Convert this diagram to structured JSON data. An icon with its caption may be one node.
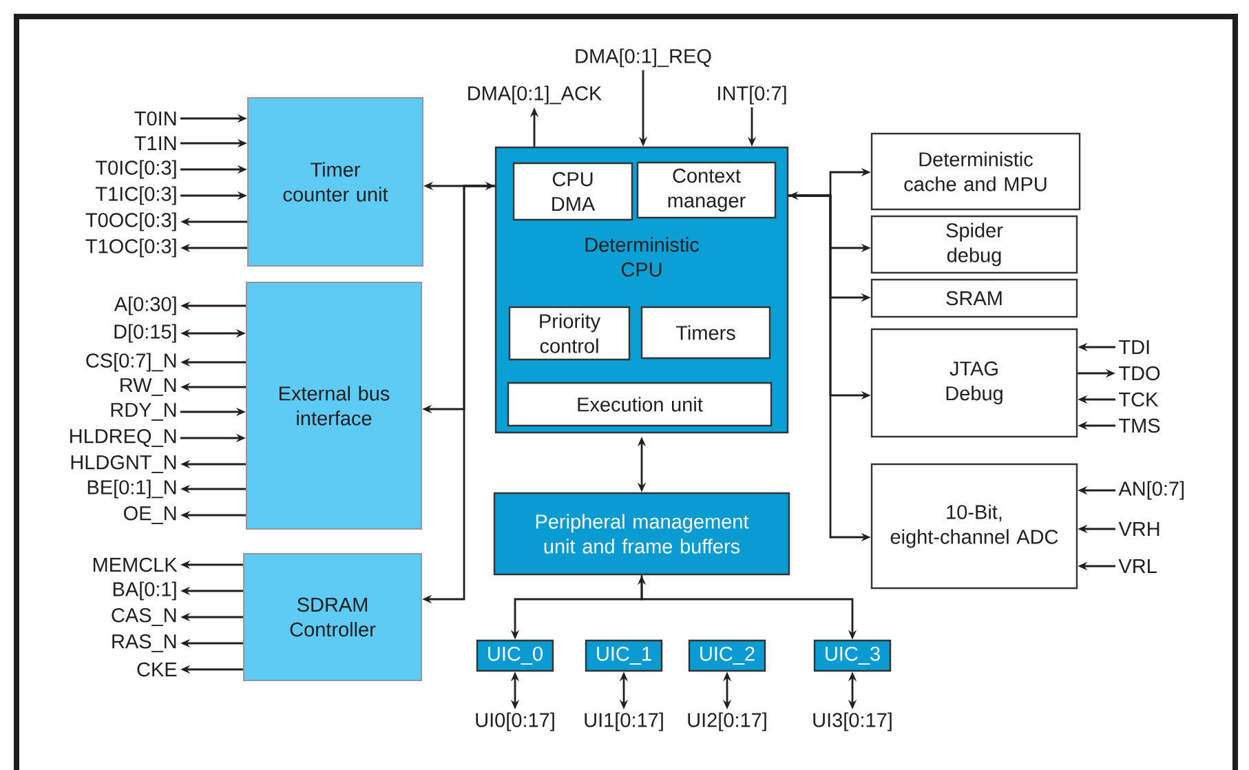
{
  "diagram": {
    "nodes": [
      {
        "text": [
          "Timer counter unit"
        ]
      },
      {
        "text": [
          "External bus interface"
        ]
      },
      {
        "text": [
          "SDRAM Controller"
        ]
      },
      {
        "text": [
          "Deterministic CPU"
        ]
      },
      {
        "text": [
          "CPU DMA"
        ],
        "in": 3
      },
      {
        "text": [
          "Context manager"
        ],
        "in": 3
      },
      {
        "text": [
          "Priority control"
        ],
        "in": 3
      },
      {
        "text": [
          "Timers"
        ],
        "in": 3
      },
      {
        "text": [
          "Execution unit"
        ],
        "in": 3
      },
      {
        "text": [
          "Peripheral management unit and frame buffers"
        ]
      },
      {
        "text": [
          "UIC_0"
        ]
      },
      {
        "text": [
          "UIC_1"
        ]
      },
      {
        "text": [
          "UIC_2"
        ]
      },
      {
        "text": [
          "UIC_3"
        ]
      },
      {
        "text": [
          "Deterministic cache and MPU"
        ]
      },
      {
        "text": [
          "Spider debug"
        ]
      },
      {
        "text": [
          "SRAM"
        ]
      },
      {
        "text": [
          "JTAG Debug"
        ]
      },
      {
        "text": [
          "10-Bit, eight-channel ADC"
        ]
      },
      {
        "text": [
          "T0IN"
        ]
      },
      {
        "text": [
          "T1IN"
        ]
      },
      {
        "text": [
          "T0IC[0:3]"
        ]
      },
      {
        "text": [
          "T1IC[0:3]"
        ]
      },
      {
        "text": [
          "T0OC[0:3]"
        ]
      },
      {
        "text": [
          "T1OC[0:3]"
        ]
      },
      {
        "text": [
          "A[0:30]"
        ]
      },
      {
        "text": [
          "D[0:15]"
        ]
      },
      {
        "text": [
          "CS[0:7]_N"
        ]
      },
      {
        "text": [
          "RW_N"
        ]
      },
      {
        "text": [
          "RDY_N"
        ]
      },
      {
        "text": [
          "HLDREQ_N"
        ]
      },
      {
        "text": [
          "HLDGNT_N"
        ]
      },
      {
        "text": [
          "BE[0:1]_N"
        ]
      },
      {
        "text": [
          "OE_N"
        ]
      },
      {
        "text": [
          "MEMCLK"
        ]
      },
      {
        "text": [
          "BA[0:1]"
        ]
      },
      {
        "text": [
          "CAS_N"
        ]
      },
      {
        "text": [
          "RAS_N"
        ]
      },
      {
        "text": [
          "CKE"
        ]
      },
      {
        "text": [
          "DMA[0:1]_ACK"
        ]
      },
      {
        "text": [
          "DMA[0:1]_REQ"
        ]
      },
      {
        "text": [
          "INT[0:7]"
        ]
      },
      {
        "text": [
          "TDI"
        ]
      },
      {
        "text": [
          "TDO"
        ]
      },
      {
        "text": [
          "TCK"
        ]
      },
      {
        "text": [
          "TMS"
        ]
      },
      {
        "text": [
          "AN[0:7]"
        ]
      },
      {
        "text": [
          "VRH"
        ]
      },
      {
        "text": [
          "VRL"
        ]
      },
      {
        "text": [
          "UI0[0:17]"
        ]
      },
      {
        "text": [
          "UI1[0:17]"
        ]
      },
      {
        "text": [
          "UI2[0:17]"
        ]
      },
      {
        "text": [
          "UI3[0:17]"
        ]
      }
    ],
    "edges": [
      {
        "from": 19,
        "to": 0,
        "arrow": "to"
      },
      {
        "from": 20,
        "to": 0,
        "arrow": "to"
      },
      {
        "from": 21,
        "to": 0,
        "arrow": "to"
      },
      {
        "from": 22,
        "to": 0,
        "arrow": "to"
      },
      {
        "from": 0,
        "to": 23,
        "arrow": "to"
      },
      {
        "from": 0,
        "to": 24,
        "arrow": "to"
      },
      {
        "from": 1,
        "to": 25,
        "arrow": "to"
      },
      {
        "from": 1,
        "to": 26,
        "arrow": "both"
      },
      {
        "from": 1,
        "to": 27,
        "arrow": "to"
      },
      {
        "from": 1,
        "to": 28,
        "arrow": "to"
      },
      {
        "from": 29,
        "to": 1,
        "arrow": "to"
      },
      {
        "from": 30,
        "to": 1,
        "arrow": "to"
      },
      {
        "from": 1,
        "to": 31,
        "arrow": "to"
      },
      {
        "from": 1,
        "to": 32,
        "arrow": "to"
      },
      {
        "from": 1,
        "to": 33,
        "arrow": "to"
      },
      {
        "from": 2,
        "to": 34,
        "arrow": "to"
      },
      {
        "from": 2,
        "to": 35,
        "arrow": "to"
      },
      {
        "from": 2,
        "to": 36,
        "arrow": "to"
      },
      {
        "from": 2,
        "to": 37,
        "arrow": "to"
      },
      {
        "from": 2,
        "to": 38,
        "arrow": "to"
      },
      {
        "from": 3,
        "to": 39,
        "arrow": "to"
      },
      {
        "from": 40,
        "to": 3,
        "arrow": "to"
      },
      {
        "from": 41,
        "to": 3,
        "arrow": "to"
      },
      {
        "from": 42,
        "to": 17,
        "arrow": "to"
      },
      {
        "from": 17,
        "to": 43,
        "arrow": "to"
      },
      {
        "from": 44,
        "to": 17,
        "arrow": "to"
      },
      {
        "from": 45,
        "to": 17,
        "arrow": "to"
      },
      {
        "from": 46,
        "to": 18,
        "arrow": "to"
      },
      {
        "from": 47,
        "to": 18,
        "arrow": "to"
      },
      {
        "from": 48,
        "to": 18,
        "arrow": "to"
      },
      {
        "from": 0,
        "to": 3,
        "arrow": "both"
      },
      {
        "from": 3,
        "to": 1,
        "arrow": "to"
      },
      {
        "from": 3,
        "to": 2,
        "arrow": "to"
      },
      {
        "from": 3,
        "to": 14,
        "arrow": "both"
      },
      {
        "from": 3,
        "to": 15,
        "arrow": "to"
      },
      {
        "from": 3,
        "to": 16,
        "arrow": "to"
      },
      {
        "from": 3,
        "to": 17,
        "arrow": "to"
      },
      {
        "from": 3,
        "to": 18,
        "arrow": "to"
      },
      {
        "from": 3,
        "to": 9,
        "arrow": "both"
      },
      {
        "from": 9,
        "to": 10,
        "arrow": "both"
      },
      {
        "from": 9,
        "to": 13,
        "arrow": "to"
      },
      {
        "from": 10,
        "to": 49,
        "arrow": "both"
      },
      {
        "from": 11,
        "to": 50,
        "arrow": "both"
      },
      {
        "from": 12,
        "to": 51,
        "arrow": "both"
      },
      {
        "from": 13,
        "to": 52,
        "arrow": "both"
      }
    ]
  }
}
